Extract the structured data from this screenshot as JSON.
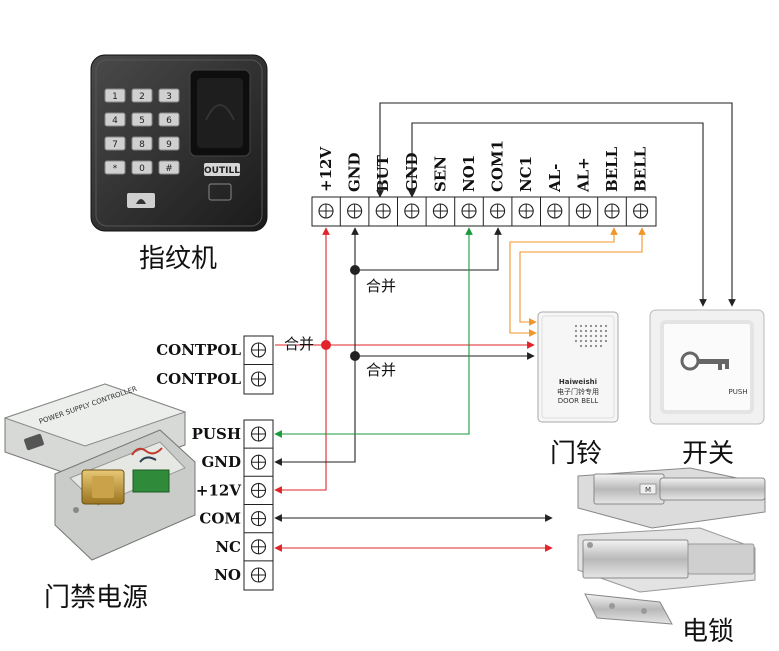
{
  "devices": {
    "fingerprint": {
      "label": "指纹机",
      "brand": "OUTILL",
      "keys": [
        "1",
        "2",
        "3",
        "4",
        "5",
        "6",
        "7",
        "8",
        "9",
        "*",
        "0",
        "#"
      ]
    },
    "doorbell": {
      "label": "门铃",
      "brand": "Haiweishi",
      "line1": "电子门铃专用",
      "line2": "DOOR BELL"
    },
    "exit_switch": {
      "label": "开关",
      "text": "PUSH"
    },
    "power_supply": {
      "label": "门禁电源"
    },
    "lock": {
      "label": "电锁"
    }
  },
  "top_terminals": [
    "+12V",
    "GND",
    "BUT",
    "GND",
    "SEN",
    "NO1",
    "COM1",
    "NC1",
    "AL-",
    "AL+",
    "BELL",
    "BELL"
  ],
  "contpol_terminals": [
    "CONTPOL",
    "CONTPOL"
  ],
  "power_terminals": [
    "PUSH",
    "GND",
    "+12V",
    "COM",
    "NC",
    "NO"
  ],
  "junction_notes": [
    "合并",
    "合并",
    "合并"
  ],
  "colors": {
    "red": "#e0242a",
    "green": "#1a9a3c",
    "orange": "#f0962a",
    "black": "#222222"
  }
}
